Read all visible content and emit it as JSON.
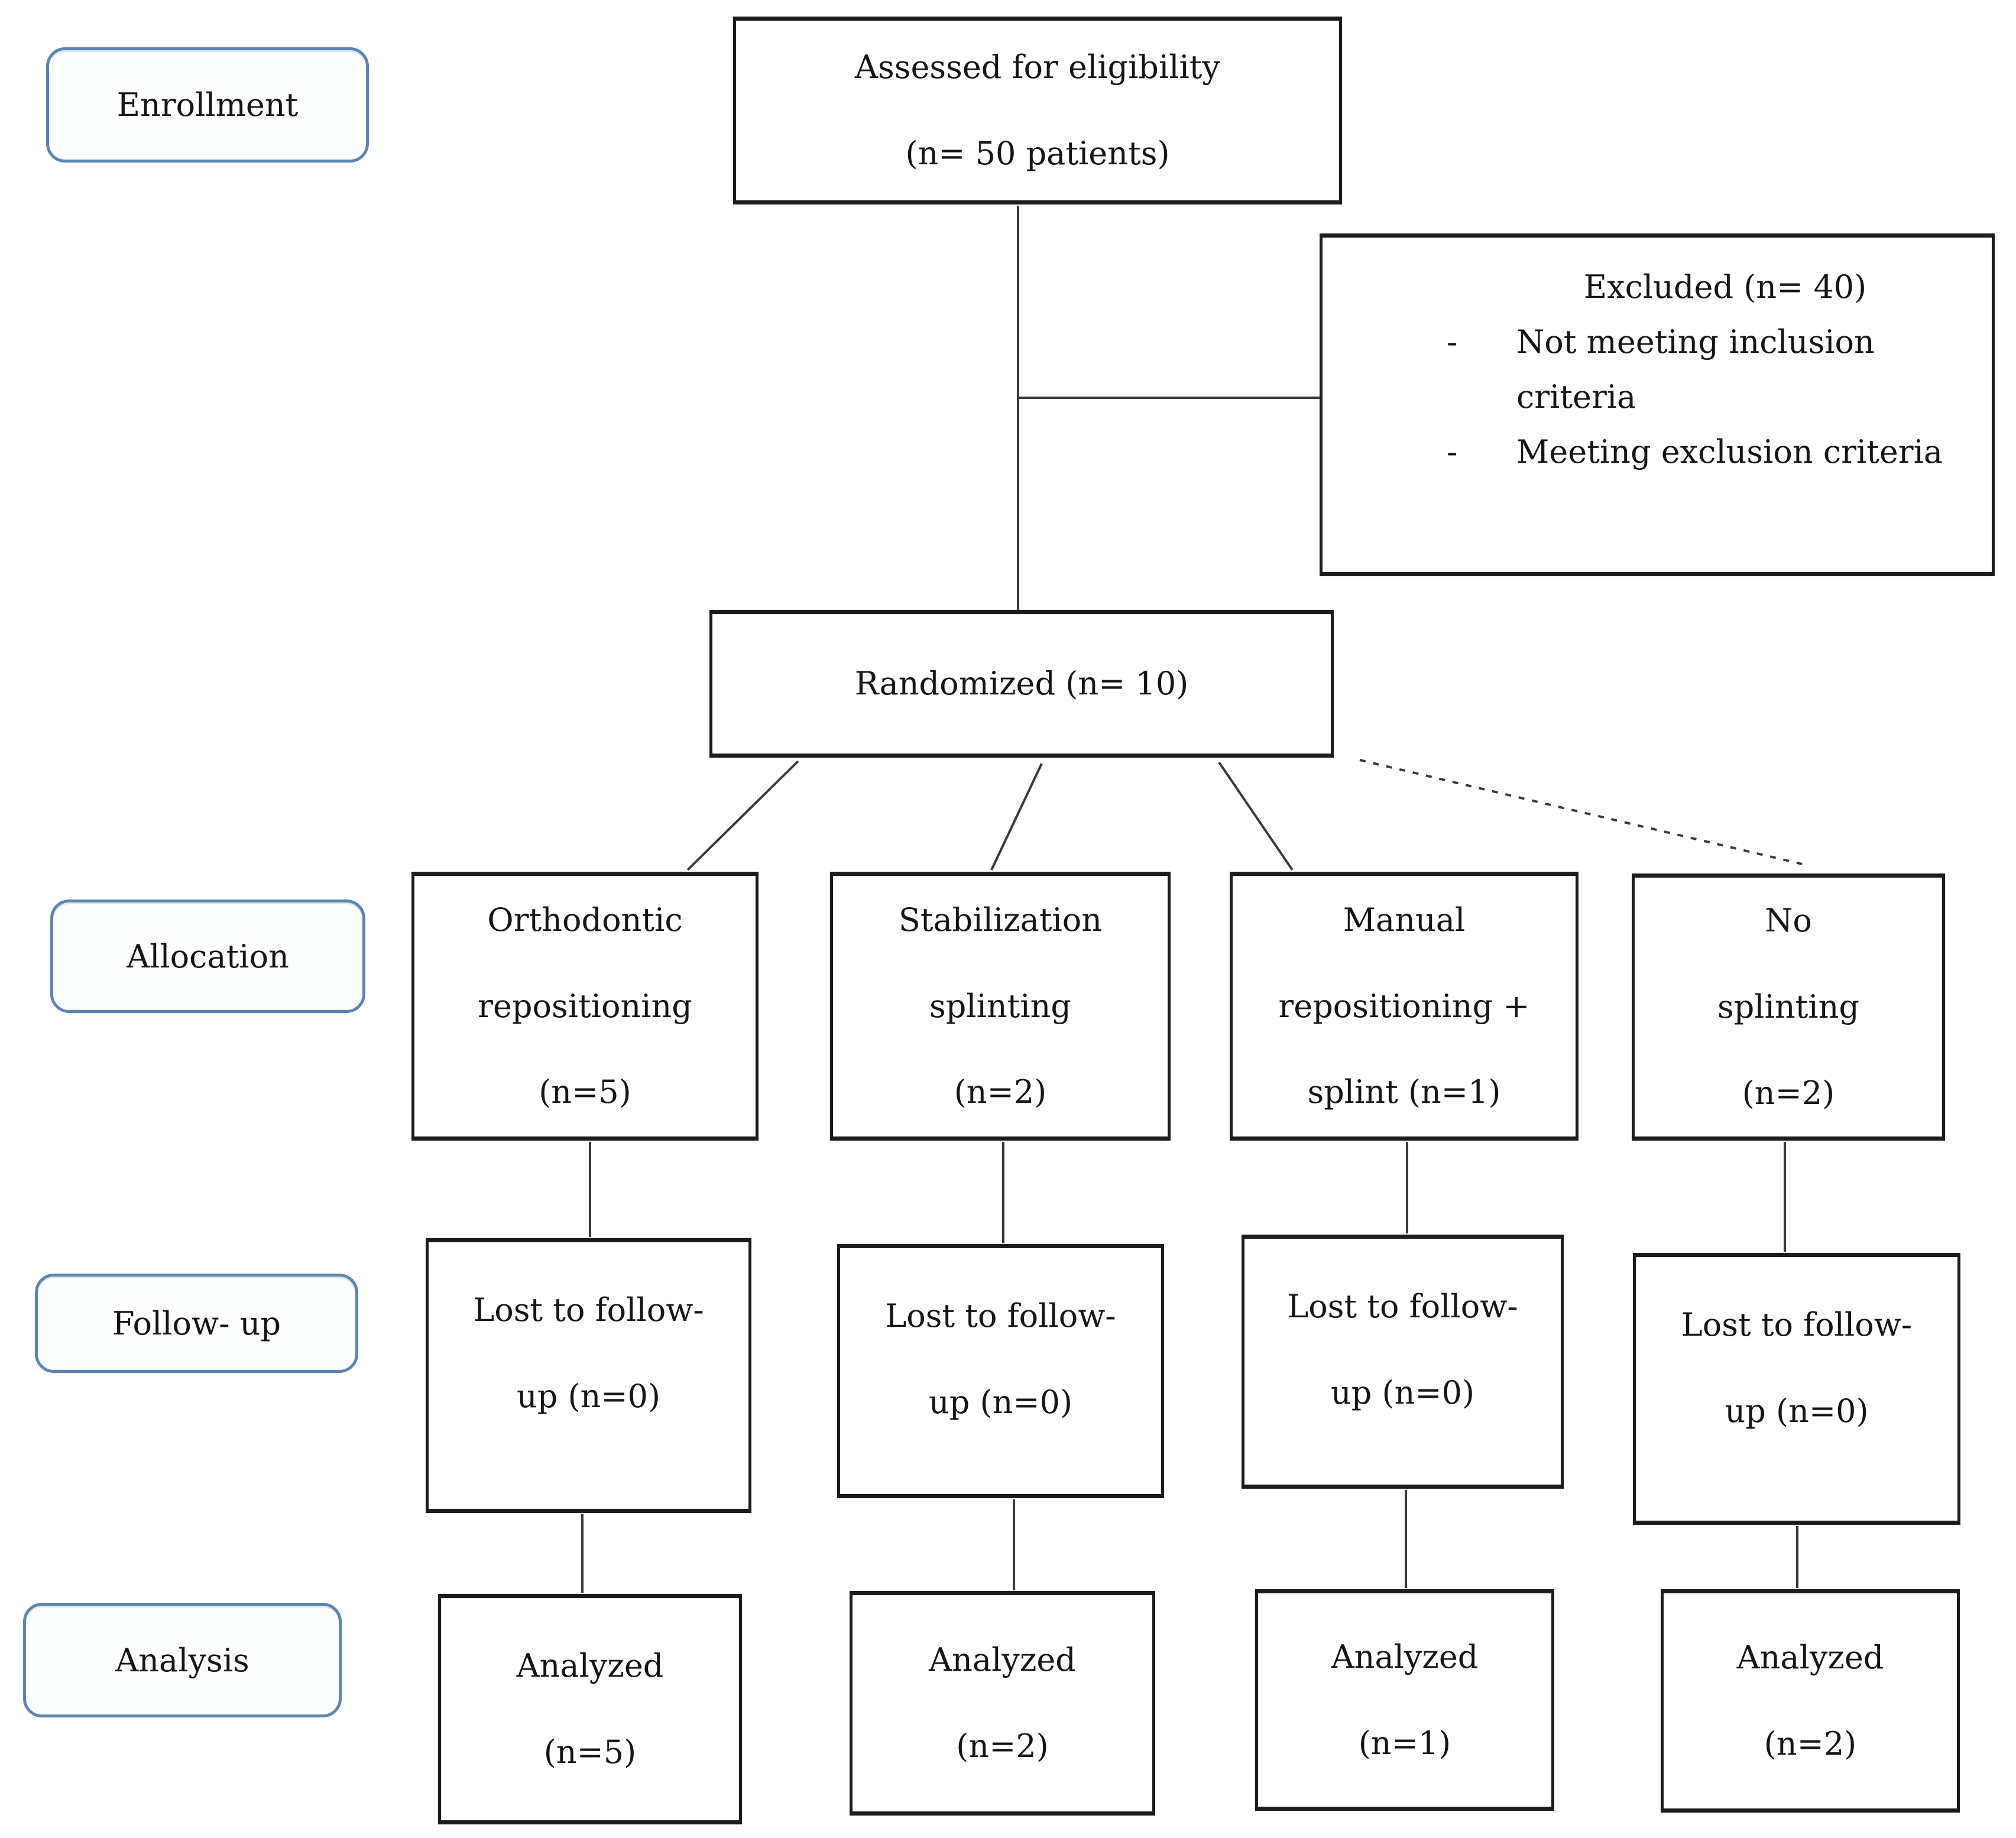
{
  "colors": {
    "label_border": "#5e84b2",
    "box_border": "#1c1c1c",
    "connector": "#3a3a3a"
  },
  "stage_labels": {
    "enrollment": "Enrollment",
    "allocation": "Allocation",
    "follow_up": "Follow- up",
    "analysis": "Analysis"
  },
  "nodes": {
    "assessed": {
      "text": "Assessed for eligibility\n(n= 50 patients)"
    },
    "excluded": {
      "title": "Excluded (n= 40)",
      "bullet_marker": "-",
      "items": [
        "Not meeting inclusion\ncriteria",
        "Meeting exclusion criteria"
      ]
    },
    "randomized": {
      "text": "Randomized (n= 10)"
    }
  },
  "columns": [
    {
      "allocation": "Orthodontic\nrepositioning\n(n=5)",
      "follow_up": "Lost to follow-\nup (n=0)",
      "analysis": "Analyzed\n(n=5)"
    },
    {
      "allocation": "Stabilization\nsplinting\n(n=2)",
      "follow_up": "Lost to follow-\nup (n=0)",
      "analysis": "Analyzed\n(n=2)"
    },
    {
      "allocation": "Manual\nrepositioning +\nsplint (n=1)",
      "follow_up": "Lost to follow-\nup (n=0)",
      "analysis": "Analyzed\n(n=1)"
    },
    {
      "allocation": "No\nsplinting\n(n=2)",
      "follow_up": "Lost to follow-\nup (n=0)",
      "analysis": "Analyzed\n(n=2)"
    }
  ]
}
